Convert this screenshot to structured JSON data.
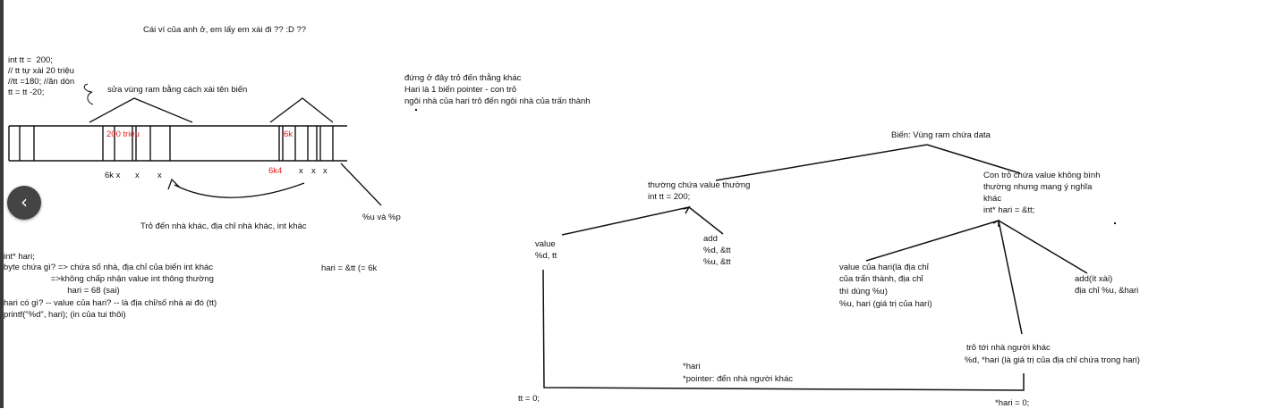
{
  "title": "Cái ví của anh ở, em lấy em xài đi ?? :D ??",
  "code_block_1": [
    "int tt =  200;",
    "// tt tự xài 20 triệu",
    "//tt =180; //ăn dòn",
    "tt = tt -20;"
  ],
  "ram_note": "sửa vùng ram bằng cách xài tên biến",
  "ram_label_left": "200 triệu",
  "ram_label_right": "6k",
  "under_labels_left": [
    "6k x",
    "x",
    "x"
  ],
  "under_label_red": "6k4",
  "under_labels_right": [
    "x",
    "x",
    "x"
  ],
  "pointer_caption": "Trỏ đến nhà khác, địa chỉ nhà khác, int khác",
  "format_note": "%u và %p",
  "right_note": [
    "đứng ở đây trỏ đến thằng khác",
    "Hari là 1 biến pointer - con trỏ",
    "ngôi nhà của hari trỏ đến ngôi nhà của trấn thành"
  ],
  "code_block_2": [
    "int* hari;",
    "byte chứa gì? => chứa số nhà, địa chỉ của biến int khác",
    "                    =>không chấp nhận value int thông thường",
    "                           hari = 68 (sai)",
    "hari có gì? -- value của hari? -- là địa chỉ/số nhà ai đó (tt)",
    "printf(\"%d\", hari); (in của tui thôi)"
  ],
  "assign_note": "hari = &tt (= 6k",
  "tree": {
    "root": "Biến: Vùng ram chứa data",
    "left_node": [
      "thường chứa value thường",
      "int tt = 200;"
    ],
    "right_node": [
      "Con trỏ chứa value không bình",
      "thường nhưng mang ý nghĩa",
      "khác",
      "int* hari = &tt;"
    ],
    "value_leaf": [
      "value",
      "%d, tt"
    ],
    "add_leaf": [
      "add",
      "%d, &tt",
      "%u, &tt"
    ],
    "hari_value_leaf": [
      "value của hari(là địa chỉ",
      "của trấn thành, địa chỉ",
      "thì dùng %u)",
      "%u, hari (giá trị của hari)"
    ],
    "hari_add_leaf": [
      "add(ít xài)",
      "địa chỉ %u, &hari"
    ],
    "deref_leaf": [
      "trỏ tới nhà người khác",
      "%d, *hari (là giá trị của địa chỉ chứa trong hari)"
    ],
    "bottom_note": [
      "*hari",
      "*pointer: đến nhà người khác"
    ],
    "bottom_left": "tt = 0;",
    "bottom_right": "*hari = 0;"
  },
  "nav": {
    "prev_icon": "‹"
  }
}
